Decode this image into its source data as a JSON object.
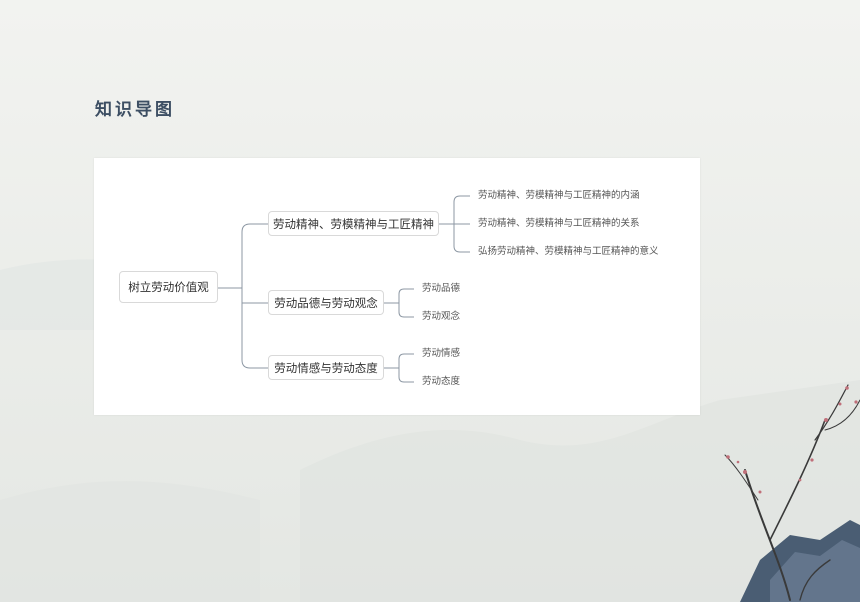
{
  "title": "知识导图",
  "mindmap": {
    "root": "树立劳动价值观",
    "branches": [
      {
        "label": "劳动精神、劳模精神与工匠精神",
        "children": [
          "劳动精神、劳模精神与工匠精神的内涵",
          "劳动精神、劳模精神与工匠精神的关系",
          "弘扬劳动精神、劳模精神与工匠精神的意义"
        ]
      },
      {
        "label": "劳动品德与劳动观念",
        "children": [
          "劳动品德",
          "劳动观念"
        ]
      },
      {
        "label": "劳动情感与劳动态度",
        "children": [
          "劳动情感",
          "劳动态度"
        ]
      }
    ]
  },
  "colors": {
    "title": "#3c4e63",
    "line": "#8c97a3",
    "background": "#eef0ec"
  }
}
